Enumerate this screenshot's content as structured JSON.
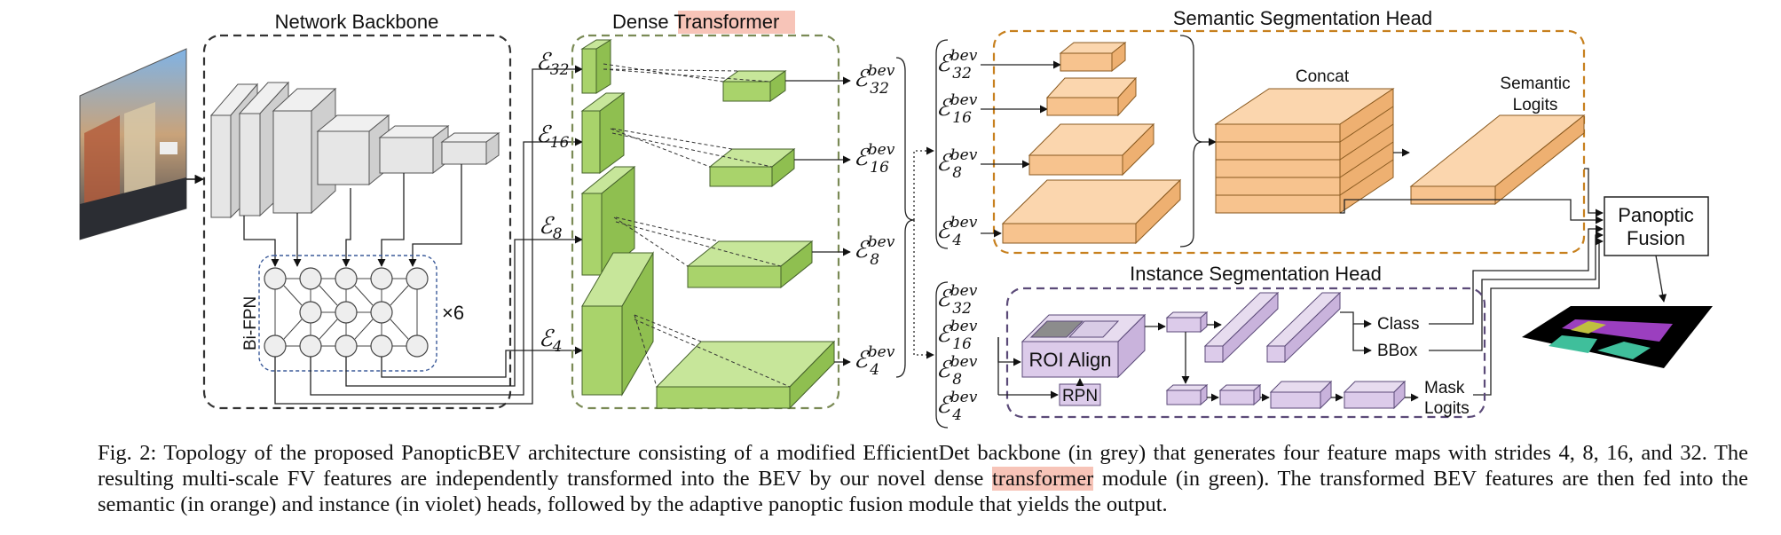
{
  "figure": {
    "backbone_title": "Network Backbone",
    "bifpn_label": "Bi-FPN",
    "repeat_label": "×6",
    "transformer_title_pre": "Dense ",
    "transformer_title_hl": "Transformer",
    "semantic_title": "Semantic Segmentation Head",
    "instance_title": "Instance Segmentation Head",
    "concat_label": "Concat",
    "semantic_logits_1": "Semantic",
    "semantic_logits_2": "Logits",
    "panoptic_1": "Panoptic",
    "panoptic_2": "Fusion",
    "roi_align": "ROI Align",
    "rpn": "RPN",
    "class_label": "Class",
    "bbox_label": "BBox",
    "mask_logits_1": "Mask",
    "mask_logits_2": "Logits",
    "e_symbol": "ℰ",
    "bev_sup": "bev",
    "strides": [
      "32",
      "16",
      "8",
      "4"
    ]
  },
  "caption": {
    "prefix": "Fig. 2: Topology of the proposed PanopticBEV architecture consisting of a modified EfficientDet backbone (in grey) that generates four feature maps with strides 4, 8, 16, and 32. The resulting multi-scale FV features are independently transformed into the BEV by our novel dense ",
    "highlight": "transformer",
    "suffix": " module (in green). The transformed BEV features are then fed into the semantic (in orange) and instance (in violet) heads, followed by the adaptive panoptic fusion module that yields the output."
  }
}
